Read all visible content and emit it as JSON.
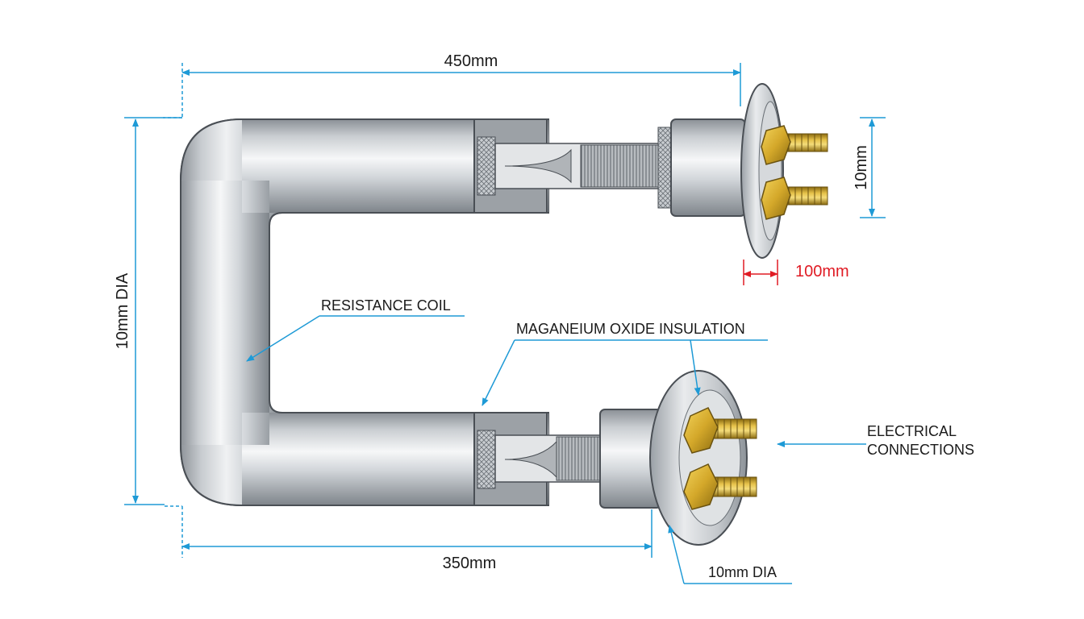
{
  "labels": {
    "top_length": "450mm",
    "bottom_length": "350mm",
    "overall_height": "10mm DIA",
    "terminal_spacing": "10mm",
    "flange_thickness": "100mm",
    "resistance_coil": "RESISTANCE COIL",
    "insulation": "MAGANEIUM OXIDE INSULATION",
    "electrical_line1": "ELECTRICAL",
    "electrical_line2": "CONNECTIONS",
    "sheath_dia": "10mm DIA"
  },
  "colors": {
    "dimension_line": "#1e9ad6",
    "highlight_dimension": "#e01b24",
    "text": "#1a1a1a",
    "steel_light": "#f4f5f6",
    "steel_dark": "#8b9096",
    "brass": "#d4a82a",
    "brass_dark": "#8a6a10"
  }
}
